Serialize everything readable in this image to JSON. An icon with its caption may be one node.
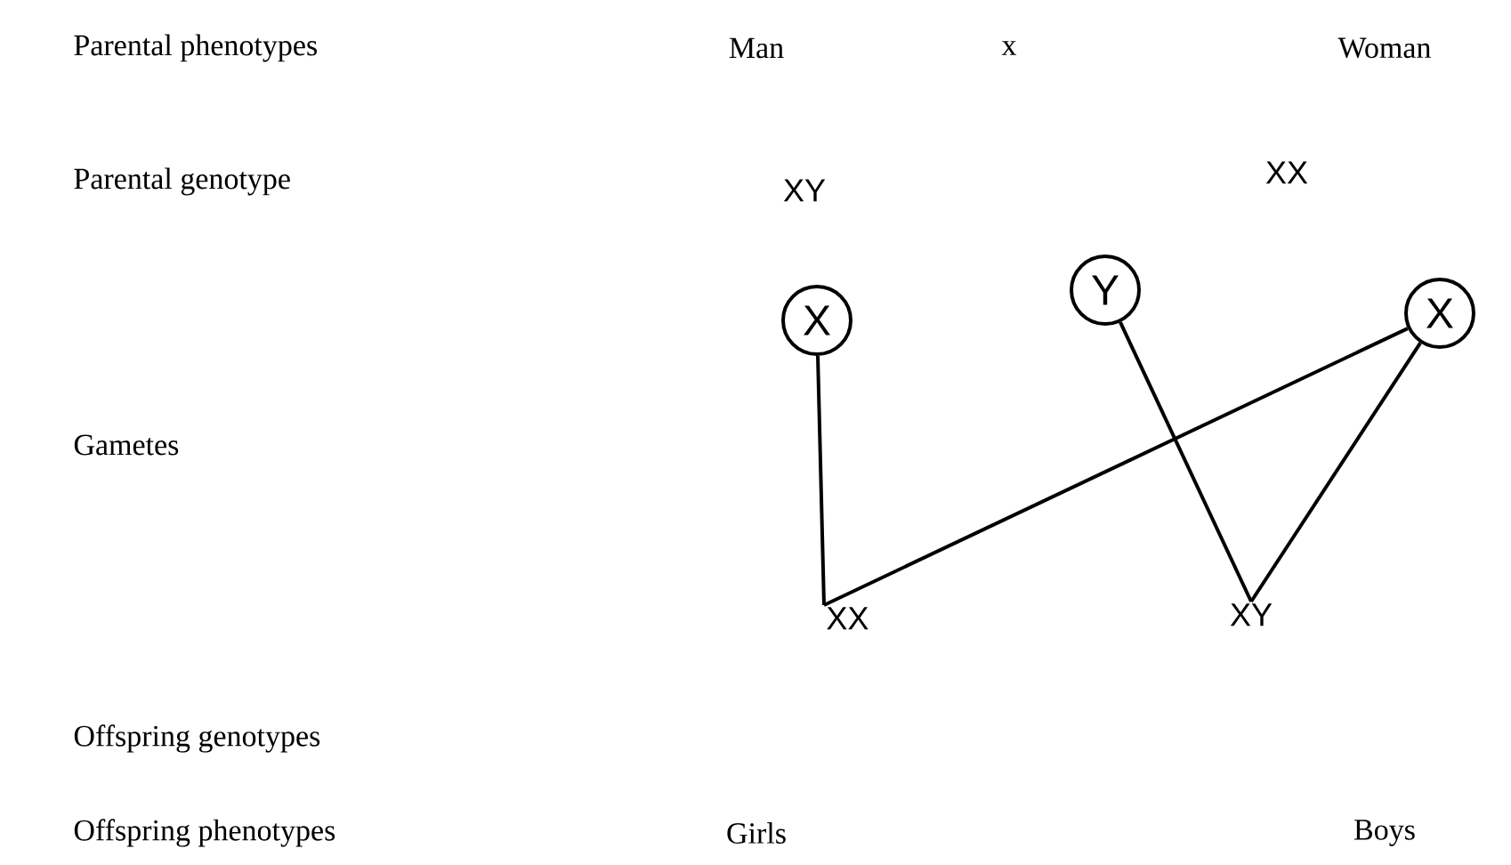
{
  "diagram": {
    "nodes": [
      {
        "text": [
          "X"
        ]
      },
      {
        "text": [
          "Y"
        ]
      },
      {
        "text": [
          "X"
        ]
      },
      {
        "text": [
          "XX"
        ]
      },
      {
        "text": [
          "XY"
        ]
      }
    ],
    "edges": [
      {
        "from": 0,
        "to": 3,
        "arrow": "none"
      },
      {
        "from": 2,
        "to": 3,
        "arrow": "none"
      },
      {
        "from": 1,
        "to": 4,
        "arrow": "none"
      },
      {
        "from": 2,
        "to": 4,
        "arrow": "none"
      }
    ],
    "labels": [
      "Parental phenotypes",
      "Man",
      "x",
      "Woman",
      "Parental genotype",
      "XY",
      "XX",
      "Gametes",
      "Offspring genotypes",
      "Offspring phenotypes",
      "Girls",
      "Boys"
    ]
  }
}
